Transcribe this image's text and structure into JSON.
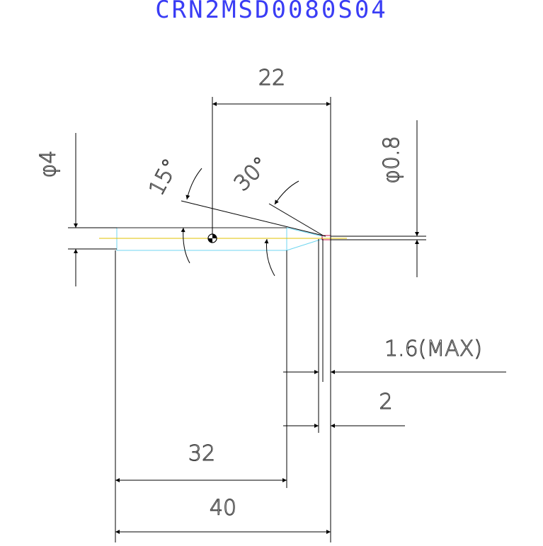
{
  "title": "CRN2MSD0080S04",
  "dimensions": {
    "overall_length": "40",
    "flute_length": "32",
    "neck_length": "22",
    "shank_diameter": "φ4",
    "tip_diameter": "φ0.8",
    "tip_max": "1.6(MAX)",
    "tip_gap": "2",
    "angle_small": "15°",
    "angle_large": "30°"
  },
  "colors": {
    "outline": "#000000",
    "body": "#6fd6f0",
    "centerline": "#e0c000",
    "title": "#3a3df5",
    "tip": "#c0104a"
  }
}
